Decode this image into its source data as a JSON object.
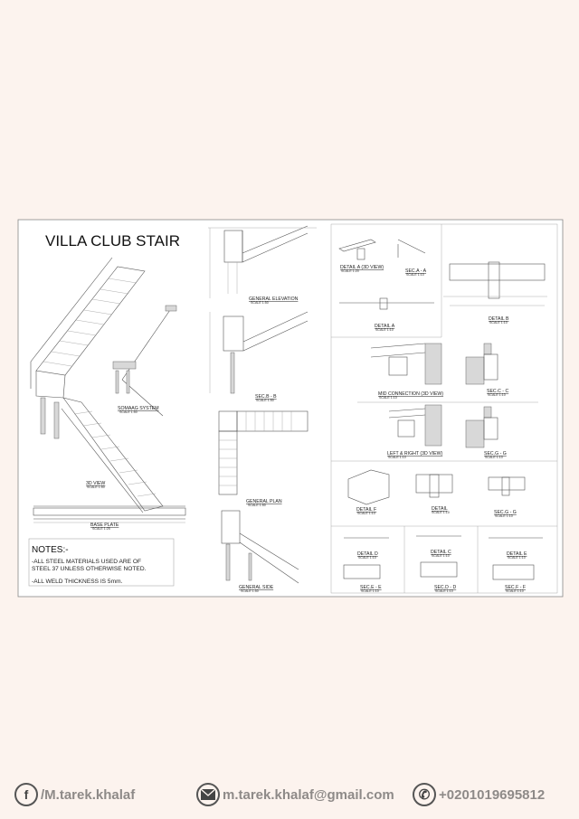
{
  "sheet": {
    "title": "VILLA CLUB STAIR",
    "views": {
      "view_3d": {
        "label": "3D VIEW",
        "scale": "SCALE 1:50"
      },
      "sommag_system": {
        "label": "SOMAAG SYSTEM",
        "scale": "SCALE 1:50"
      },
      "base_plate": {
        "label": "BASE PLATE",
        "scale": "SCALE 1:25"
      },
      "general_elevation": {
        "label": "GENERAL ELEVATION",
        "scale": "SCALE 1:50"
      },
      "sec_b": {
        "label": "SEC.B - B",
        "scale": "SCALE 1:50"
      },
      "general_plan": {
        "label": "GENERAL PLAN",
        "scale": "SCALE 1:50"
      },
      "general_side": {
        "label": "GENERAL SIDE",
        "scale": "SCALE 1:50"
      },
      "detail_a_3d": {
        "label": "DETAIL A (3D VIEW)",
        "scale": "SCALE 1:20"
      },
      "sec_a": {
        "label": "SEC.A - A",
        "scale": "SCALE 1:10"
      },
      "detail_a": {
        "label": "DETAIL A",
        "scale": "SCALE 1:10"
      },
      "detail_b": {
        "label": "DETAIL B",
        "scale": "SCALE 1:10"
      },
      "mid_connection": {
        "label": "MID CONNECTION (3D VIEW)",
        "scale": "SCALE 1:10"
      },
      "sec_c": {
        "label": "SEC.C - C",
        "scale": "SCALE 1:10"
      },
      "left_right": {
        "label": "LEFT & RIGHT (3D VIEW)",
        "scale": "SCALE 1:10"
      },
      "sec_g": {
        "label": "SEC.G - G",
        "scale": "SCALE 1:10"
      },
      "detail_f": {
        "label": "DETAIL F",
        "scale": "SCALE 1:10"
      },
      "detail": {
        "label": "DETAIL",
        "scale": "SCALE 1:10"
      },
      "sec_g2": {
        "label": "SEC.G - G",
        "scale": "SCALE 1:10"
      },
      "detail_d": {
        "label": "DETAIL D",
        "scale": "SCALE 1:10"
      },
      "detail_c": {
        "label": "DETAIL C",
        "scale": "SCALE 1:10"
      },
      "detail_e": {
        "label": "DETAIL E",
        "scale": "SCALE 1:10"
      },
      "sec_e": {
        "label": "SEC.E - E",
        "scale": "SCALE 1:10"
      },
      "sec_d": {
        "label": "SEC.D - D",
        "scale": "SCALE 1:10"
      },
      "sec_f": {
        "label": "SEC.F - F",
        "scale": "SCALE 1:10"
      }
    },
    "notes": {
      "heading": "NOTES:-",
      "line1a": "-ALL STEEL MATERIALS USED ARE OF",
      "line1b": " STEEL 37 UNLESS OTHERWISE NOTED.",
      "line2": "-ALL WELD THICKNESS IS 5mm."
    }
  },
  "footer": {
    "facebook": "/M.tarek.khalaf",
    "email": "m.tarek.khalaf@gmail.com",
    "phone": "+0201019695812",
    "icons": [
      "facebook-icon",
      "mail-icon",
      "phone-icon"
    ]
  }
}
